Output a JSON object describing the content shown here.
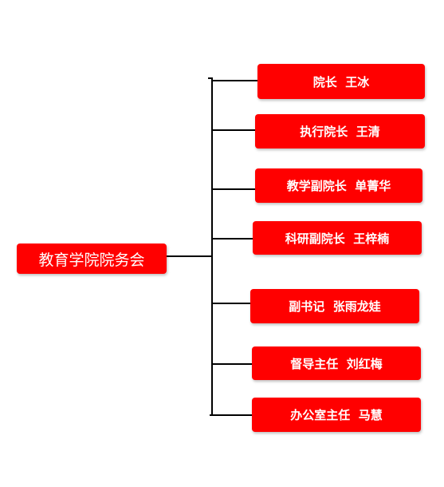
{
  "diagram": {
    "root": {
      "label": "教育学院院务会"
    },
    "children": [
      {
        "label": "院长  王冰"
      },
      {
        "label": "执行院长  王清"
      },
      {
        "label": "教学副院长  单菁华"
      },
      {
        "label": "科研副院长  王梓楠"
      },
      {
        "label": "副书记  张雨龙娃"
      },
      {
        "label": "督导主任  刘红梅"
      },
      {
        "label": "办公室主任  马慧"
      }
    ]
  }
}
